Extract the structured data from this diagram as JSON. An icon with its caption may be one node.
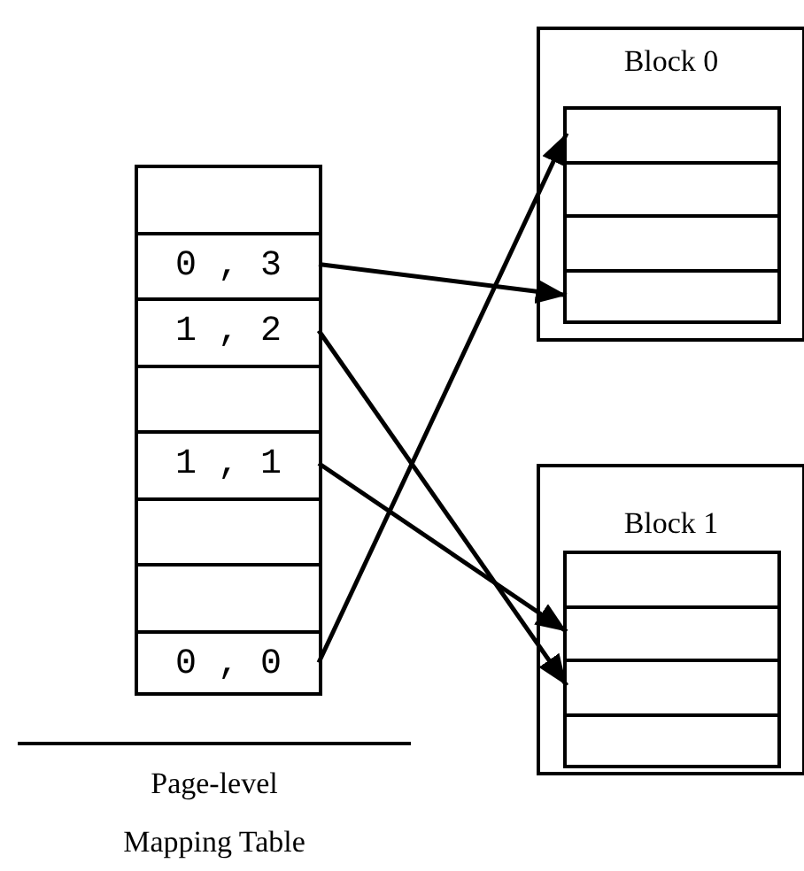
{
  "diagram": {
    "nodes": [
      {
        "text": [],
        "shape": "box"
      },
      {
        "text": [],
        "shape": "box",
        "in": 0
      },
      {
        "text": [
          "0 , 3"
        ],
        "in": 0
      },
      {
        "text": [
          "1 , 2"
        ],
        "in": 0
      },
      {
        "text": [],
        "shape": "box",
        "in": 0
      },
      {
        "text": [
          "1 , 1"
        ],
        "in": 0
      },
      {
        "text": [],
        "shape": "box",
        "in": 0
      },
      {
        "text": [],
        "shape": "box",
        "in": 0
      },
      {
        "text": [
          "0 , 0"
        ],
        "in": 0
      },
      {
        "text": [
          "Block 0"
        ]
      },
      {
        "text": [],
        "shape": "box",
        "in": 9
      },
      {
        "text": [],
        "shape": "box",
        "in": 10
      },
      {
        "text": [],
        "shape": "box",
        "in": 10
      },
      {
        "text": [],
        "shape": "box",
        "in": 10
      },
      {
        "text": [],
        "shape": "box",
        "in": 10
      },
      {
        "text": [
          "Block 1"
        ]
      },
      {
        "text": [],
        "shape": "box",
        "in": 15
      },
      {
        "text": [],
        "shape": "box",
        "in": 16
      },
      {
        "text": [],
        "shape": "box",
        "in": 16
      },
      {
        "text": [],
        "shape": "box",
        "in": 16
      },
      {
        "text": [],
        "shape": "box",
        "in": 16
      }
    ],
    "edges": [
      {
        "from": 2,
        "to": 14,
        "arrow": "to"
      },
      {
        "from": 3,
        "to": 19,
        "arrow": "to"
      },
      {
        "from": 5,
        "to": 18,
        "arrow": "to"
      },
      {
        "from": 8,
        "to": 11,
        "arrow": "to"
      }
    ],
    "labels": [
      "Page-level",
      "Mapping Table"
    ]
  }
}
